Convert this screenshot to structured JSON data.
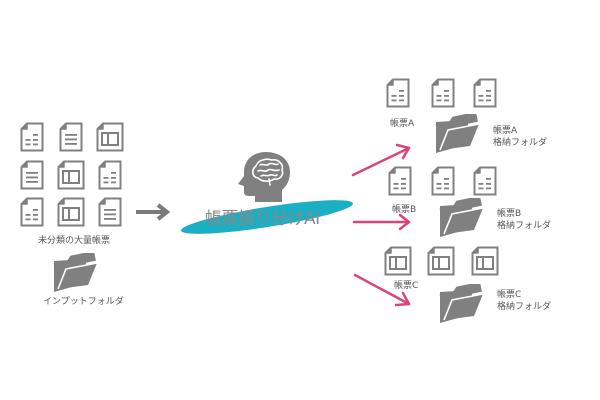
{
  "colors": {
    "icon_gray": "#808080",
    "arrow_gray": "#7a7a7a",
    "arrow_pink": "#d9457a",
    "ellipse_teal": "#1aafc4",
    "label_text": "#555555",
    "title_text": "#888888"
  },
  "input": {
    "documents_label": "未分類の大量帳票",
    "folder_label": "インプットフォルダ",
    "documents": [
      {
        "type": "form-columns"
      },
      {
        "type": "form-lines"
      },
      {
        "type": "form-box"
      },
      {
        "type": "form-lines"
      },
      {
        "type": "form-box"
      },
      {
        "type": "form-columns"
      },
      {
        "type": "form-columns"
      },
      {
        "type": "form-box"
      },
      {
        "type": "form-lines"
      }
    ]
  },
  "ai": {
    "icon": "brain-head-icon",
    "label": "帳票振り分けAI"
  },
  "outputs": [
    {
      "doc_label": "帳票A",
      "folder_line1": "帳票A",
      "folder_line2": "格納フォルダ",
      "doc_type": "form-columns"
    },
    {
      "doc_label": "帳票B",
      "folder_line1": "帳票B",
      "folder_line2": "格納フォルダ",
      "doc_type": "form-columns"
    },
    {
      "doc_label": "帳票C",
      "folder_line1": "帳票C",
      "folder_line2": "格納フォルダ",
      "doc_type": "form-box"
    }
  ]
}
